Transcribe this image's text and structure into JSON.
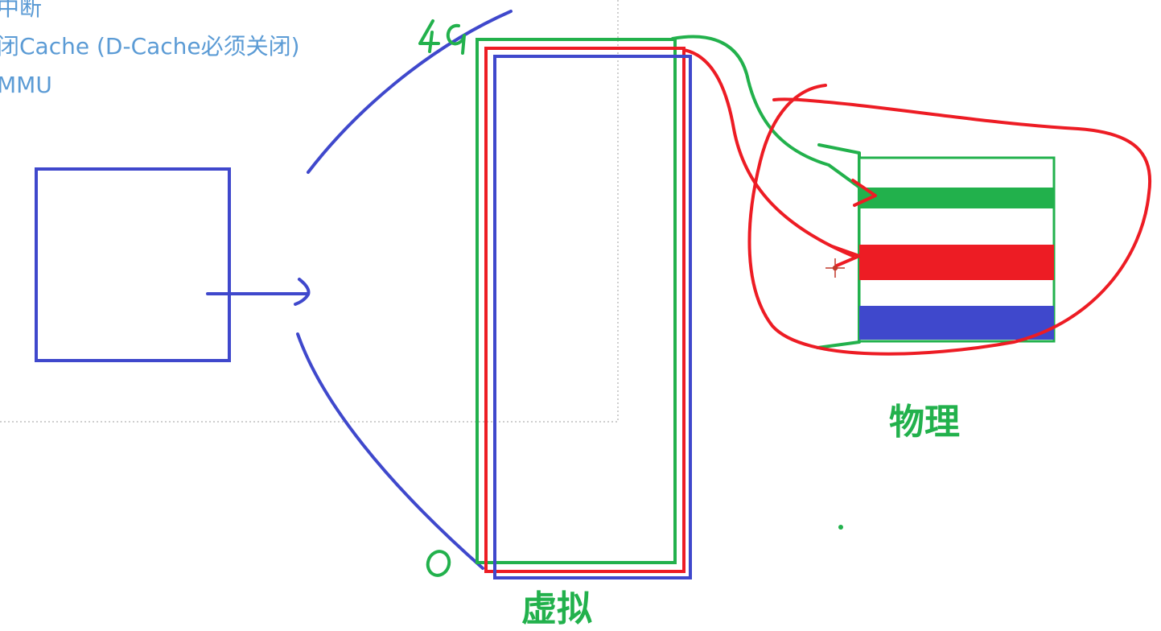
{
  "notes": {
    "line1": "中断",
    "line2": "闭Cache (D-Cache必须关闭)",
    "line3": "MMU"
  },
  "labels": {
    "physical": "物理",
    "virtual": "虚拟",
    "top_address": "4G",
    "bottom_address": "0"
  },
  "colors": {
    "blue": "#3f48cc",
    "green": "#22b14c",
    "red": "#ed1c24",
    "note_text": "#5b9bd5",
    "slide_border": "#bfbfbf"
  }
}
